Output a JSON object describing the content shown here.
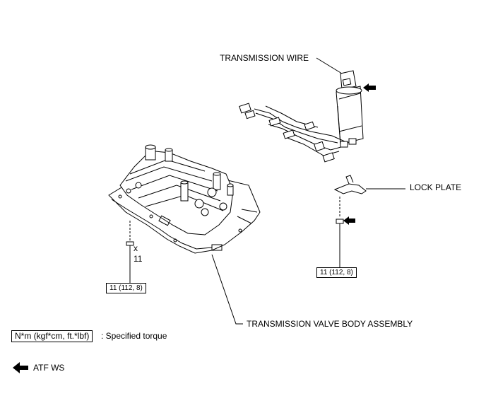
{
  "labels": {
    "transmission_wire": "TRANSMISSION WIRE",
    "lock_plate": "LOCK PLATE",
    "valve_body": "TRANSMISSION VALVE BODY ASSEMBLY"
  },
  "bolts": {
    "quantity_mark": "x",
    "quantity": "11"
  },
  "torque": {
    "left": "11 (112, 8)",
    "right": "11 (112, 8)"
  },
  "legend": {
    "torque_units": "N*m (kgf*cm, ft.*lbf)",
    "torque_desc": ": Specified torque",
    "atf_label": "ATF WS"
  }
}
